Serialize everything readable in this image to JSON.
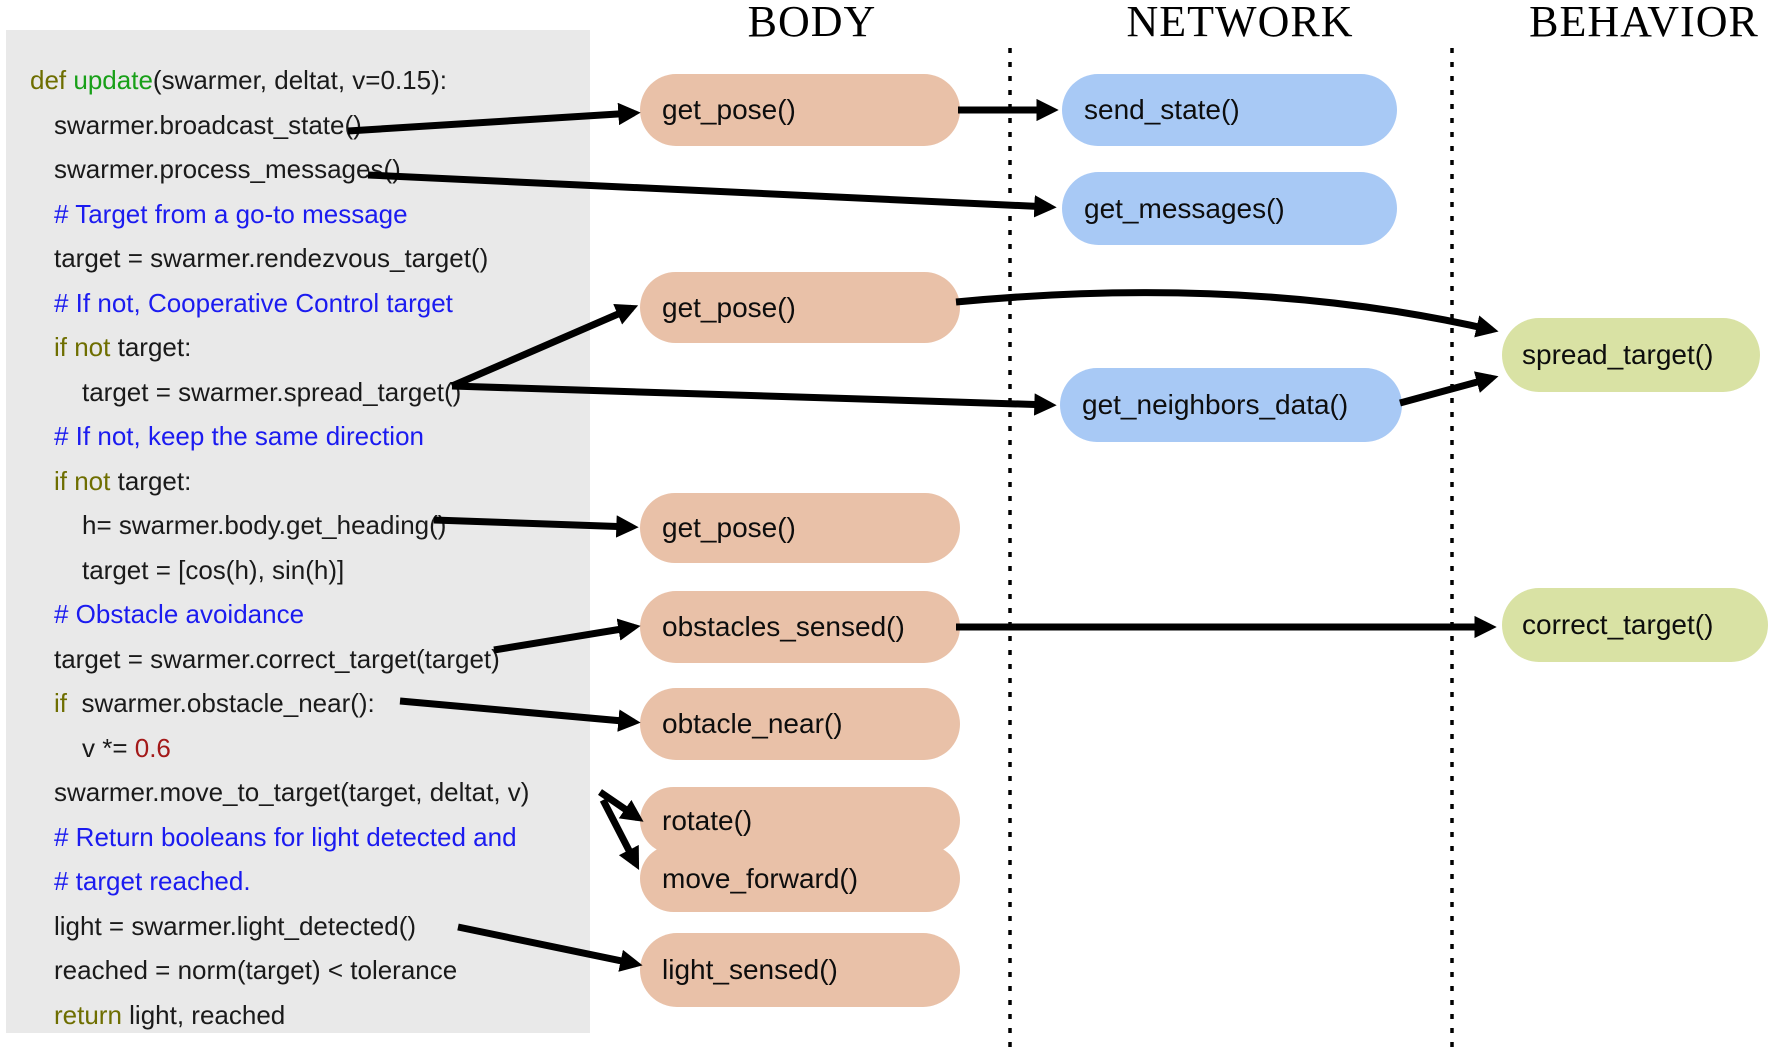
{
  "figure": {
    "description_colors": {
      "code_panel_bg": "#e9e9e9",
      "body_pill": "#e9c1a8",
      "network_pill": "#a8c9f5",
      "behavior_pill": "#d9e2a4",
      "keyword": "#6e6e00",
      "function_name": "#18a018",
      "comment": "#1b1bf0",
      "number": "#a31919",
      "arrow": "#000000"
    }
  },
  "headers": {
    "body": "BODY",
    "network": "NETWORK",
    "behavior": "BEHAVIOR"
  },
  "pills": {
    "body": [
      "get_pose()",
      "get_pose()",
      "get_pose()",
      "obstacles_sensed()",
      "obtacle_near()",
      "rotate()",
      "move_forward()",
      "light_sensed()"
    ],
    "network": [
      "send_state()",
      "get_messages()",
      "get_neighbors_data()"
    ],
    "behavior": [
      "spread_target()",
      "correct_target()"
    ]
  },
  "code": {
    "lines": [
      {
        "indent": 0,
        "segments": [
          {
            "text": "def ",
            "type": "kw"
          },
          {
            "text": "update",
            "type": "fn"
          },
          {
            "text": "(swarmer, deltat, v=0.15):",
            "type": "p"
          }
        ]
      },
      {
        "indent": 1,
        "segments": [
          {
            "text": "swarmer.broadcast_state()",
            "type": "p"
          }
        ]
      },
      {
        "indent": 1,
        "segments": [
          {
            "text": "swarmer.process_messages()",
            "type": "p"
          }
        ]
      },
      {
        "indent": 1,
        "segments": [
          {
            "text": "# Target from a go-to message",
            "type": "c"
          }
        ]
      },
      {
        "indent": 1,
        "segments": [
          {
            "text": "target = swarmer.rendezvous_target()",
            "type": "p"
          }
        ]
      },
      {
        "indent": 1,
        "segments": [
          {
            "text": "# If not, Cooperative Control target",
            "type": "c"
          }
        ]
      },
      {
        "indent": 1,
        "segments": [
          {
            "text": "if not",
            "type": "kw"
          },
          {
            "text": " target:",
            "type": "p"
          }
        ]
      },
      {
        "indent": 2,
        "segments": [
          {
            "text": "target = swarmer.spread_target()",
            "type": "p"
          }
        ]
      },
      {
        "indent": 1,
        "segments": [
          {
            "text": "# If not, keep the same direction",
            "type": "c"
          }
        ]
      },
      {
        "indent": 1,
        "segments": [
          {
            "text": "if not",
            "type": "kw"
          },
          {
            "text": " target:",
            "type": "p"
          }
        ]
      },
      {
        "indent": 2,
        "segments": [
          {
            "text": "h= swarmer.body.get_heading()",
            "type": "p"
          }
        ]
      },
      {
        "indent": 2,
        "segments": [
          {
            "text": "target = [cos(h), sin(h)]",
            "type": "p"
          }
        ]
      },
      {
        "indent": 1,
        "segments": [
          {
            "text": "# Obstacle avoidance",
            "type": "c"
          }
        ]
      },
      {
        "indent": 1,
        "segments": [
          {
            "text": "target = swarmer.correct_target(target)",
            "type": "p"
          }
        ]
      },
      {
        "indent": 1,
        "segments": [
          {
            "text": "if",
            "type": "kw"
          },
          {
            "text": "  swarmer.obstacle_near():",
            "type": "p"
          }
        ]
      },
      {
        "indent": 2,
        "segments": [
          {
            "text": "v *= ",
            "type": "p"
          },
          {
            "text": "0.6",
            "type": "num"
          }
        ]
      },
      {
        "indent": 1,
        "segments": [
          {
            "text": "swarmer.move_to_target(target, deltat, v)",
            "type": "p"
          }
        ]
      },
      {
        "indent": 1,
        "segments": [
          {
            "text": "# Return booleans for light detected and",
            "type": "c"
          }
        ]
      },
      {
        "indent": 1,
        "segments": [
          {
            "text": "# target reached.",
            "type": "c"
          }
        ]
      },
      {
        "indent": 1,
        "segments": [
          {
            "text": "light = swarmer.light_detected()",
            "type": "p"
          }
        ]
      },
      {
        "indent": 1,
        "segments": [
          {
            "text": "reached = norm(target) < tolerance",
            "type": "p"
          }
        ]
      },
      {
        "indent": 1,
        "segments": [
          {
            "text": "return",
            "type": "kw"
          },
          {
            "text": " light, reached",
            "type": "p"
          }
        ]
      }
    ]
  }
}
